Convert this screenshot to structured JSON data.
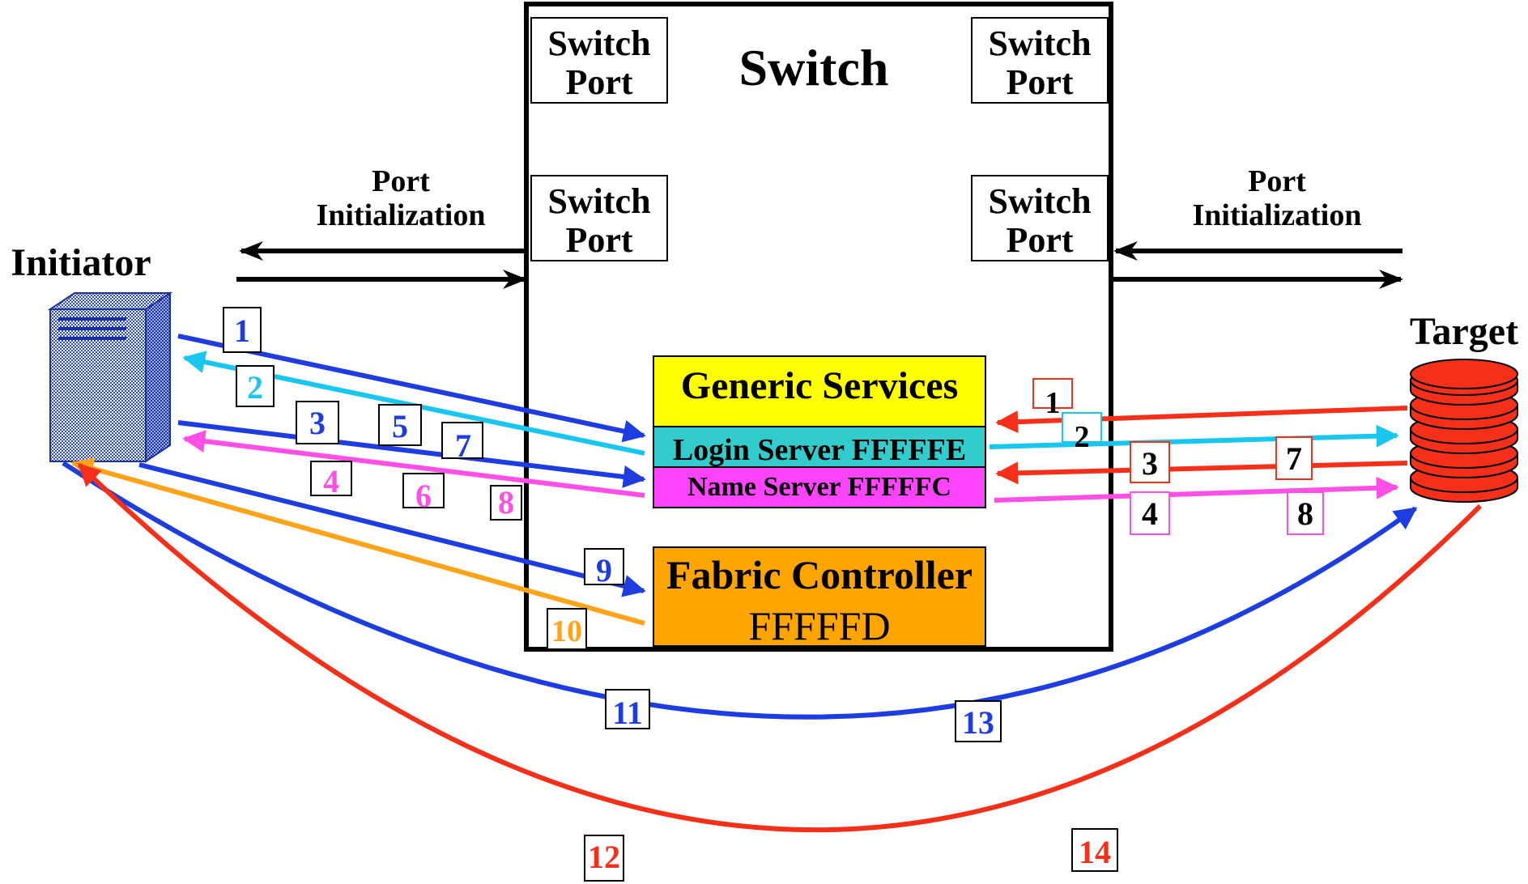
{
  "switch": {
    "title": "Switch",
    "ports": [
      "Switch\nPort",
      "Switch\nPort",
      "Switch\nPort",
      "Switch\nPort"
    ]
  },
  "initiator": {
    "label": "Initiator"
  },
  "target": {
    "label": "Target"
  },
  "port_init": {
    "left": "Port\nInitialization",
    "right": "Port\nInitialization"
  },
  "services": {
    "generic": "Generic Services",
    "login": "Login Server FFFFFE",
    "name": "Name Server FFFFFC",
    "fabric_line1": "Fabric Controller",
    "fabric_line2": "FFFFFD"
  },
  "step_labels": {
    "left": [
      "1",
      "2",
      "3",
      "4",
      "5",
      "6",
      "7",
      "8",
      "9",
      "10",
      "11",
      "12"
    ],
    "right": [
      "1",
      "2",
      "3",
      "4",
      "7",
      "8",
      "13",
      "14"
    ]
  },
  "colors": {
    "blue": "#1e3de0",
    "cyan": "#19c6ee",
    "magenta": "#ff4fe6",
    "red": "#f5301a",
    "orange": "#ffa31a",
    "yellow": "#ffff00",
    "login_teal": "#33cccc",
    "name_magenta": "#ff44ff",
    "fabric_orange": "#ffa500",
    "black": "#000000"
  }
}
